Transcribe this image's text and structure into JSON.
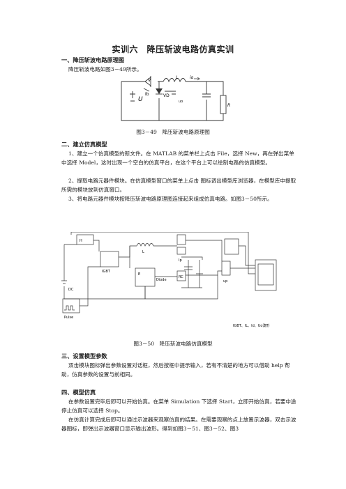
{
  "title": "实训六　降压斩波电路仿真实训",
  "sections": [
    {
      "heading": "一、降压斩波电路原理图"
    },
    {
      "heading": "二、建立仿真模型"
    },
    {
      "heading": "三、设置模型参数"
    },
    {
      "heading": "四、模型仿真"
    }
  ],
  "s1_p1": "降压斩波电路如图3－49所示。",
  "fig1": {
    "caption": "图3－49　降压斩波电路原理图",
    "labels": {
      "U": "U",
      "V": "V",
      "Ib": "Ib",
      "VD": "VD",
      "L": "L",
      "io": "io",
      "uo": "uo",
      "R": "R"
    }
  },
  "s2_p1": "1、建立一个仿真模型的新文件。在 MATLAB 的菜单栏上点击 File，选择 New，再在弹出菜单中选择 Model，这时出现一个空白的仿真平台，在这个平台上可以绘制电路的仿真模型。",
  "s2_p2": "2、提取电路元器件模块。在仿真模型窗口的菜单上点击 图标调出模型库浏览器，在模型库中提取所需的模块放到仿真窗口。",
  "s2_p3": "3、将电路元器件模块按降压斩波电路原理图连接起来组成仿真电路。如图3－50所示。",
  "fig2": {
    "caption": "图3－50　降压斩波电路仿真模型",
    "labels": {
      "h": "H",
      "igbt": "IGBT",
      "dc": "DC",
      "pulse": "Pulse",
      "l": "L",
      "e": "E",
      "diode": "Diode",
      "rc": "RC",
      "ip": "Ip",
      "up": "up",
      "scope": "IGBT、IL、Id、Uo波形"
    }
  },
  "s3_p1": "双击模块图标弹出参数设置对话框，然后按框中提示输入，若有不清楚的地方可以借助 help 帮助，仿真参数的设置与前相同。",
  "s4_p1": "在参数设置完毕后即可以开始仿真。在菜单 Simulation 下选择 Start，立即开始仿真，若要中途停止仿真可以选择 Stop。",
  "s4_p2": "在仿真计算完成后即可以通过示波器来观察仿真的结果。在需要观察的点上放置示波器，双击示波器图标，即弹出示波器窗口显示输出波形。得到如图3－51、图3－52、图3"
}
